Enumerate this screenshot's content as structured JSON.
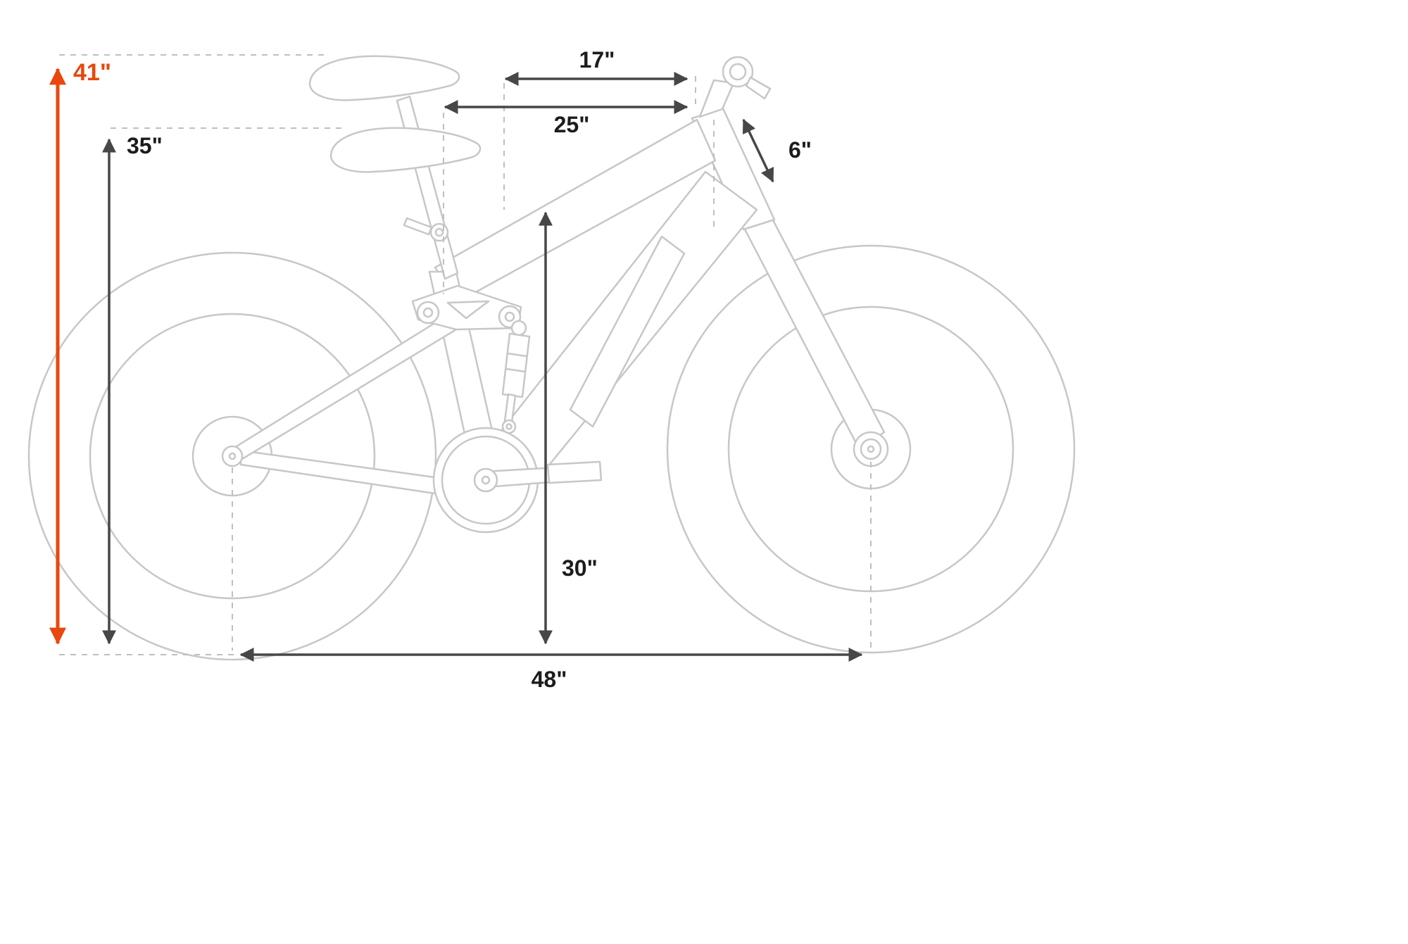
{
  "diagram": {
    "type": "bike-dimension-diagram",
    "subject": "Full-suspension electric bike side view with dimension callouts",
    "colors": {
      "accent": "#e8470e",
      "dimension_line": "#474747",
      "bike_outline": "#c7c7c7",
      "guide_dash": "#bfbfbf",
      "background": "#ffffff"
    },
    "measurements": [
      {
        "id": "left-outer-vertical",
        "value": "41\"",
        "orientation": "vertical",
        "accent": true
      },
      {
        "id": "left-inner-vertical",
        "value": "35\"",
        "orientation": "vertical",
        "accent": false
      },
      {
        "id": "top-horizontal",
        "value": "17\"",
        "orientation": "horizontal",
        "accent": false
      },
      {
        "id": "second-horizontal",
        "value": "25\"",
        "orientation": "horizontal",
        "accent": false
      },
      {
        "id": "stem-diagonal",
        "value": "6\"",
        "orientation": "diagonal",
        "accent": false
      },
      {
        "id": "standover-vertical",
        "value": "30\"",
        "orientation": "vertical",
        "accent": false
      },
      {
        "id": "wheelbase-horizontal",
        "value": "48\"",
        "orientation": "horizontal",
        "accent": false
      }
    ]
  }
}
